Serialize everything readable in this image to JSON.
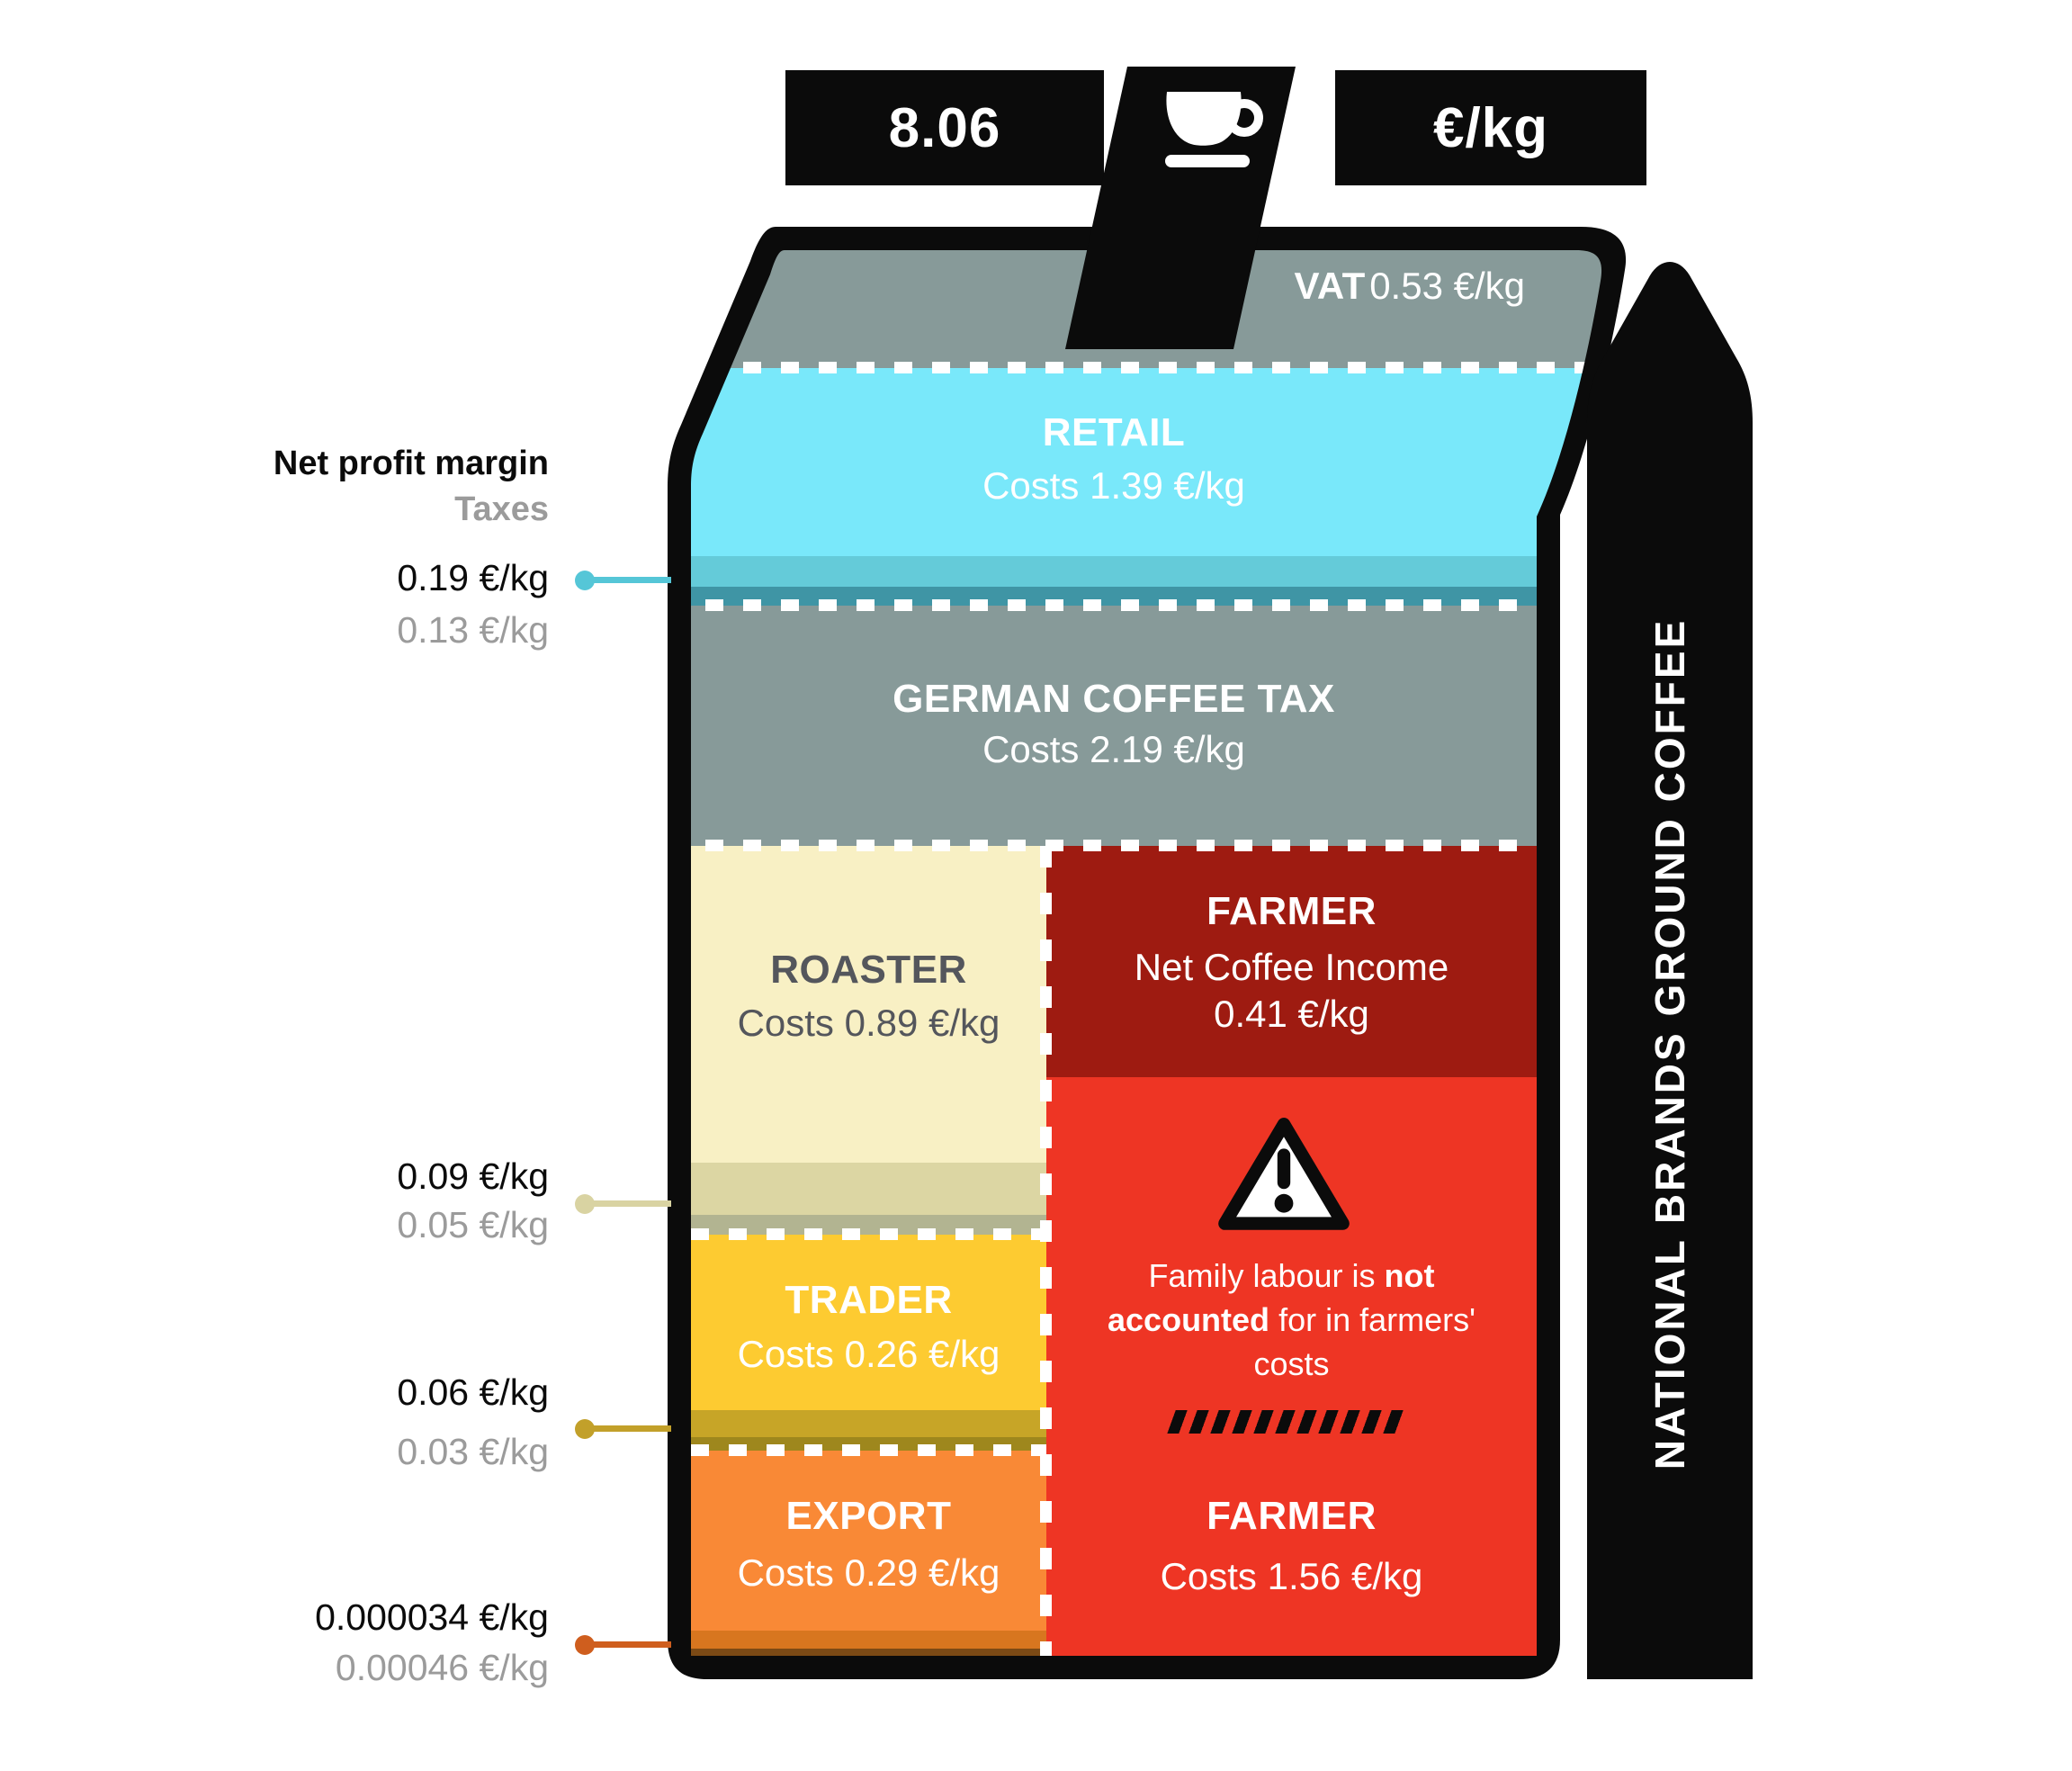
{
  "header": {
    "total_value": "8.06",
    "unit_label": "€/kg"
  },
  "side_arrow": {
    "label": "NATIONAL BRANDS GROUND COFFEE"
  },
  "annotations": {
    "net_profit_margin_label": "Net profit margin",
    "taxes_label": "Taxes",
    "pairs": [
      {
        "id": "retail",
        "net_profit_margin": "0.19 €/kg",
        "taxes": "0.13 €/kg"
      },
      {
        "id": "roaster",
        "net_profit_margin": "0.09 €/kg",
        "taxes": "0.05 €/kg"
      },
      {
        "id": "trader",
        "net_profit_margin": "0.06 €/kg",
        "taxes": "0.03 €/kg"
      },
      {
        "id": "export",
        "net_profit_margin": "0.000034 €/kg",
        "taxes": "0.00046 €/kg"
      }
    ]
  },
  "bag": {
    "vat": {
      "label": "VAT",
      "value": "0.53 €/kg"
    },
    "retail": {
      "label": "RETAIL",
      "costs": "Costs 1.39 €/kg"
    },
    "german_coffee_tax": {
      "label": "GERMAN COFFEE TAX",
      "costs": "Costs 2.19 €/kg"
    },
    "roaster": {
      "label": "ROASTER",
      "costs": "Costs 0.89 €/kg"
    },
    "trader": {
      "label": "TRADER",
      "costs": "Costs 0.26 €/kg"
    },
    "export": {
      "label": "EXPORT",
      "costs": "Costs 0.29 €/kg"
    },
    "farmer_income": {
      "label": "FARMER",
      "sub1": "Net Coffee Income",
      "sub2": "0.41 €/kg"
    },
    "farmer_costs": {
      "label": "FARMER",
      "costs": "Costs 1.56 €/kg"
    },
    "warning_note": {
      "part1": "Family labour is ",
      "bold": "not accounted",
      "part2": " for in farmers' costs"
    }
  },
  "icons": {
    "cup": "coffee-cup-icon",
    "warning": "warning-triangle-icon",
    "hazard": "hazard-stripes"
  },
  "colors": {
    "black": "#0b0b0b",
    "vat_gray": "#879a99",
    "retail_cyan": "#79e8fa",
    "retail_npm": "#64cbd9",
    "retail_tax": "#3f95a5",
    "tax_gray": "#879a99",
    "roaster_cream": "#f8f0c4",
    "roaster_npm": "#dcd6a3",
    "roaster_tax": "#b2b491",
    "trader_yellow": "#fdcb31",
    "trader_npm": "#c7a527",
    "trader_tax": "#9e871d",
    "export_orange": "#f98936",
    "export_npm": "#d8761f",
    "export_tax": "#7c4a15",
    "farmer_dark_red": "#9e1b11",
    "farmer_red": "#ee3524",
    "leader_retail": "#55c6d7",
    "leader_roaster": "#d9d3a2",
    "leader_trader": "#c2a02a",
    "leader_export": "#cf5e1e",
    "label_gray": "#9b9b9b",
    "roaster_text": "#54565c",
    "white": "#ffffff"
  },
  "chart_data": {
    "type": "bar",
    "title": "Price breakdown of national brands ground coffee",
    "total": {
      "value": 8.06,
      "unit": "€/kg"
    },
    "ylabel": "€/kg",
    "legend": [
      "Net profit margin",
      "Taxes"
    ],
    "segments": [
      {
        "group": "VAT",
        "label": "VAT",
        "value": 0.53
      },
      {
        "group": "Retail",
        "label": "Retail costs",
        "value": 1.39
      },
      {
        "group": "Retail",
        "label": "Retail net profit margin",
        "value": 0.19
      },
      {
        "group": "Retail",
        "label": "Retail taxes",
        "value": 0.13
      },
      {
        "group": "German coffee tax",
        "label": "German coffee tax",
        "value": 2.19
      },
      {
        "group": "Roaster",
        "label": "Roaster costs",
        "value": 0.89
      },
      {
        "group": "Roaster",
        "label": "Roaster net profit margin",
        "value": 0.09
      },
      {
        "group": "Roaster",
        "label": "Roaster taxes",
        "value": 0.05
      },
      {
        "group": "Trader",
        "label": "Trader costs",
        "value": 0.26
      },
      {
        "group": "Trader",
        "label": "Trader net profit margin",
        "value": 0.06
      },
      {
        "group": "Trader",
        "label": "Trader taxes",
        "value": 0.03
      },
      {
        "group": "Export",
        "label": "Export costs",
        "value": 0.29
      },
      {
        "group": "Export",
        "label": "Export net profit margin",
        "value": 3.4e-05
      },
      {
        "group": "Export",
        "label": "Export taxes",
        "value": 0.00046
      },
      {
        "group": "Farmer",
        "label": "Farmer net coffee income",
        "value": 0.41
      },
      {
        "group": "Farmer",
        "label": "Farmer costs",
        "value": 1.56
      }
    ],
    "note": "Family labour is not accounted for in farmers' costs"
  }
}
